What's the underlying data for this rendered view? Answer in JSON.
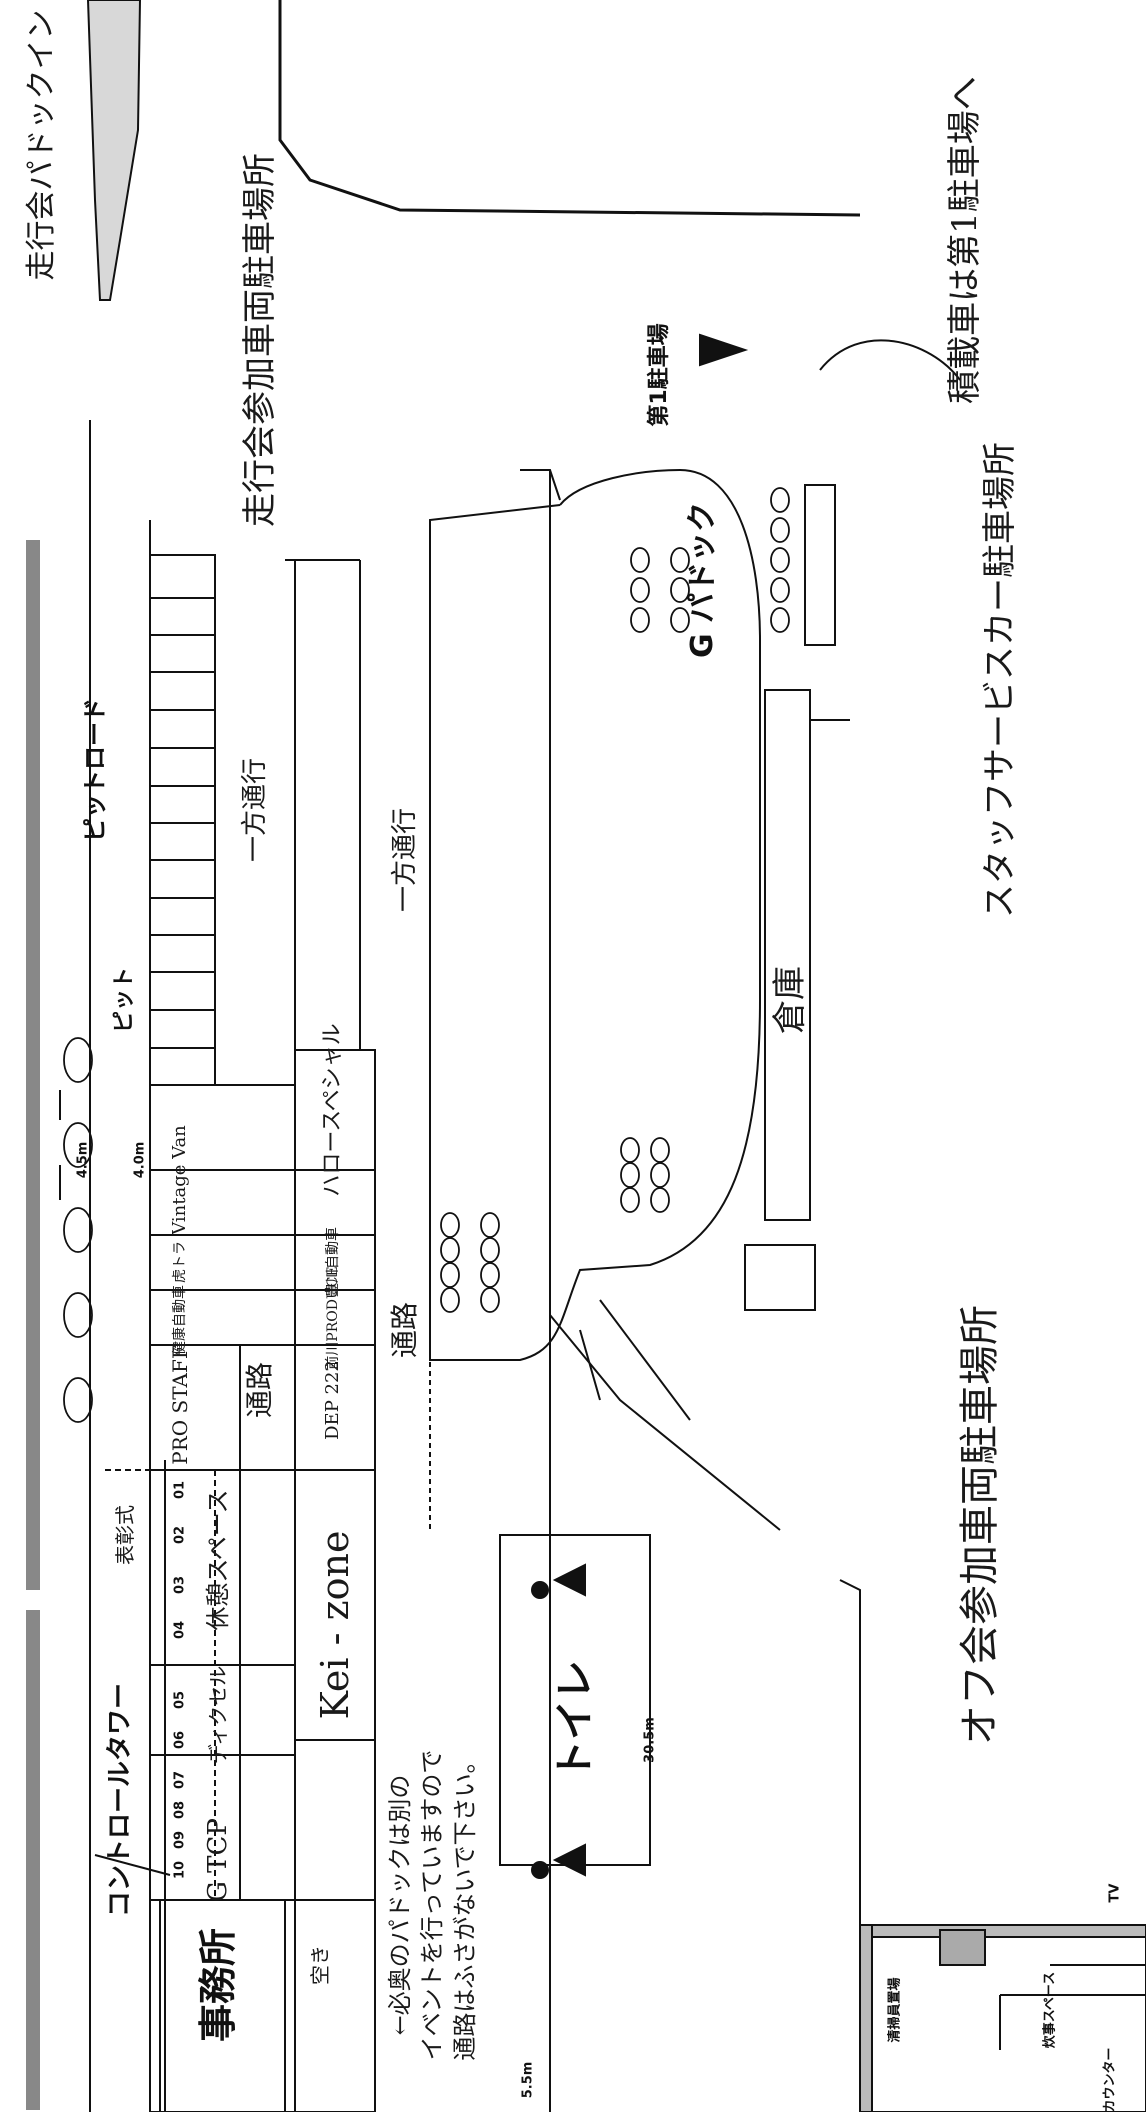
{
  "labels": {
    "office": "事務所",
    "control_tower": "コントロールタワー",
    "pit_road": "ピットロード",
    "pit": "ピット",
    "paddock_g": "G パドック",
    "parking_1": "第1駐車場",
    "toilet": "トイレ",
    "cleaning_storage": "清掃員置場",
    "kitchen": "炊事スペース",
    "counter": "カウンター",
    "tv": "TV",
    "dim_4_5": "4.5m",
    "dim_4_0": "4.0m",
    "dim_30_5": "30.5m",
    "dim_5_5": "5.5m"
  },
  "pit_rooms": {
    "numbers": [
      "10",
      "09",
      "08",
      "07",
      "06",
      "05",
      "04",
      "03",
      "02",
      "01"
    ],
    "gtcp": "G TCP",
    "dixcel": "ディクセル",
    "rest": "休憩スペース",
    "ceremony": "表彰式",
    "pro_staff": "PRO STAFF",
    "kenko": "健康自動車",
    "tora": "虎トラ",
    "vintage": "Vintage Van"
  },
  "paddock_row": {
    "aki": "空き",
    "kei_zone": "Kei - zone",
    "dep": "DEP 222",
    "produce": "前川PRODUCE",
    "toyokawa": "豊川自動車",
    "hello": "ハロースペシャル"
  },
  "handwritten": {
    "entrance": "走行会パドックイン",
    "cars_top": "走行会参加車両駐車場所",
    "one_way_top": "一方通行",
    "one_way_bottom": "一方通行",
    "road_1": "通路",
    "road_2": "通路",
    "note_1": "←必奥のパドックは別の",
    "note_2": "イベントを行っていますので",
    "note_3": "通路はふさがないで下さい。",
    "loader": "積載車は第1駐車場へ",
    "staff_car": "スタッフサービスカー駐車場所",
    "warehouse": "倉庫",
    "offkai": "オフ会参加車両駐車場所"
  }
}
